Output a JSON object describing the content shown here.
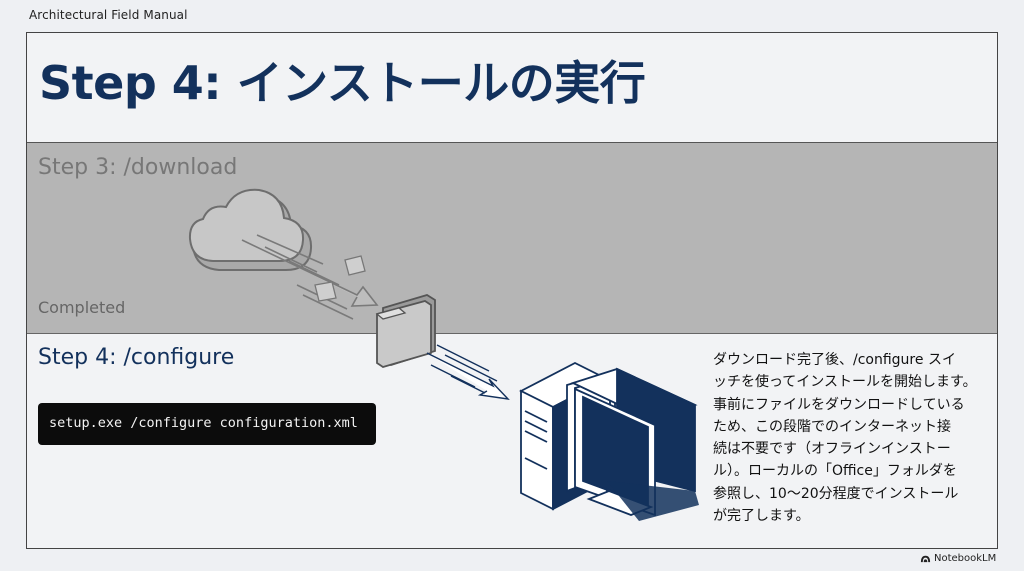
{
  "document": {
    "header_label": "Architectural Field Manual",
    "title": "Step 4: インストールの実行"
  },
  "steps": {
    "previous": {
      "title": "Step 3: /download",
      "status": "Completed"
    },
    "current": {
      "title": "Step 4: /configure",
      "command": "setup.exe /configure configuration.xml"
    }
  },
  "description_lines": [
    "ダウンロード完了後、/configure スイ",
    "ッチを使ってインストールを開始します。",
    "事前にファイルをダウンロードしている",
    "ため、この段階でのインターネット接",
    "続は不要です（オフラインインストー",
    "ル）。ローカルの「Office」フォルダを",
    "参照し、10〜20分程度でインストール",
    "が完了します。"
  ],
  "footer": {
    "brand": "NotebookLM"
  },
  "illustration": {
    "icons": [
      "cloud-icon",
      "folder-icon",
      "computer-icon"
    ],
    "colors": {
      "navy": "#13315c",
      "muted_gray": "#8a8a8a"
    }
  }
}
